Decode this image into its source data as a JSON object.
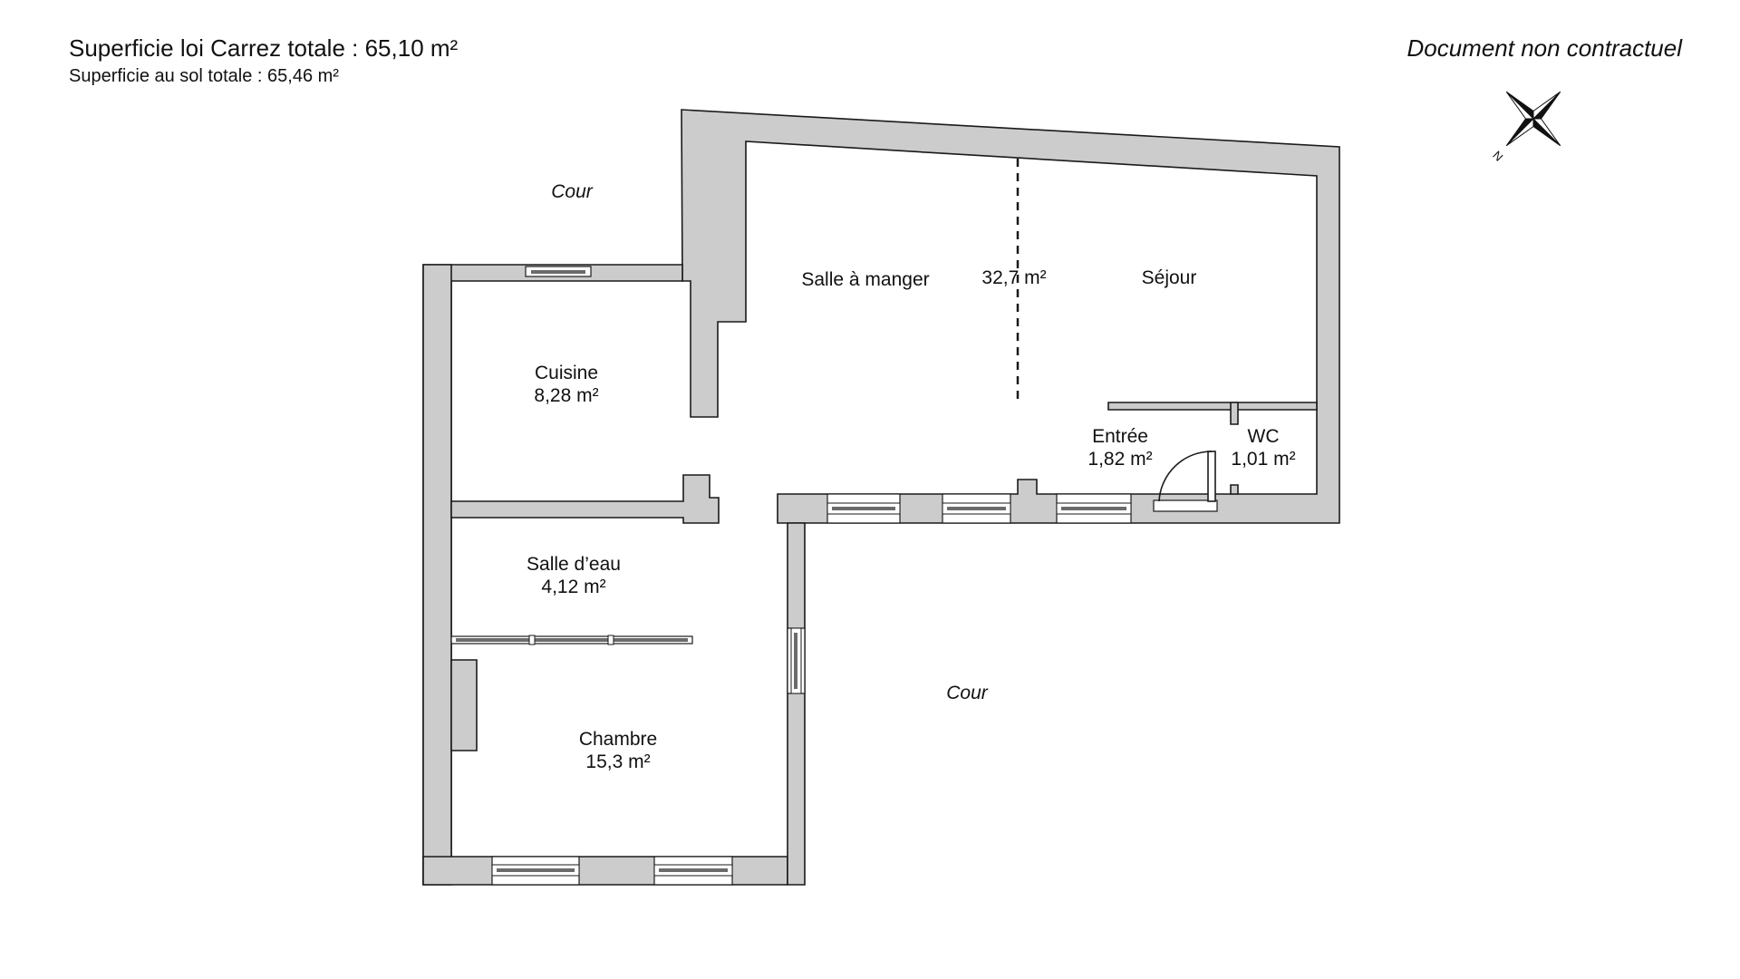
{
  "header": {
    "carrez_total": "Superficie loi Carrez totale : 65,10 m²",
    "floor_total": "Superficie au sol totale : 65,46 m²",
    "disclaimer": "Document non contractuel"
  },
  "compass": {
    "north_label": "N",
    "icon": "compass-rose-icon"
  },
  "outside": {
    "courtyard_north": "Cour",
    "courtyard_south": "Cour"
  },
  "rooms": {
    "salle_a_manger": {
      "name": "Salle à manger"
    },
    "living_area": {
      "area": "32,7 m²"
    },
    "sejour": {
      "name": "Séjour"
    },
    "cuisine": {
      "name": "Cuisine",
      "area": "8,28 m²"
    },
    "entree": {
      "name": "Entrée",
      "area": "1,82 m²"
    },
    "wc": {
      "name": "WC",
      "area": "1,01 m²"
    },
    "salle_d_eau": {
      "name": "Salle d’eau",
      "area": "4,12 m²"
    },
    "chambre": {
      "name": "Chambre",
      "area": "15,3 m²"
    }
  },
  "colors": {
    "wall": "#cccccc",
    "line": "#1a1a1a",
    "background": "#ffffff"
  }
}
